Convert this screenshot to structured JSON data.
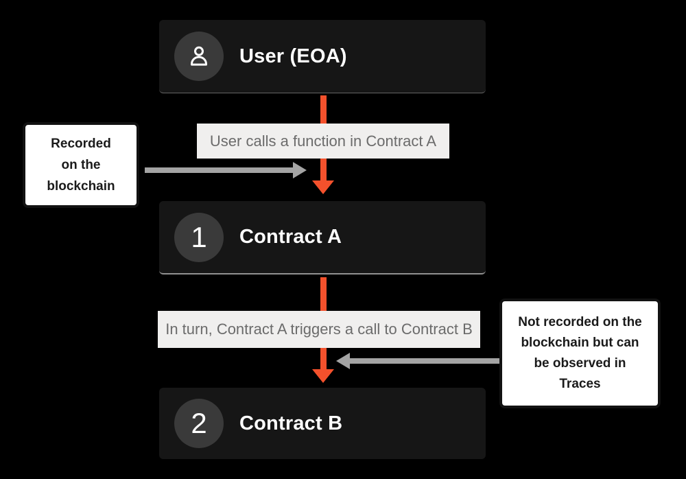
{
  "colors": {
    "background": "#000000",
    "node_bg": "#161616",
    "badge_circle_bg": "#3a3a3a",
    "accent_orange": "#f4512c",
    "edge_label_bg": "#f0efee",
    "edge_label_text": "#6b6b6b",
    "gray_arrow": "#a4a4a4",
    "callout_bg": "#ffffff",
    "callout_border": "#121212",
    "title_text": "#ffffff"
  },
  "nodes": [
    {
      "id": "user",
      "title": "User (EOA)",
      "badge_icon": "user-icon"
    },
    {
      "id": "contract-a",
      "title": "Contract A",
      "badge": "1"
    },
    {
      "id": "contract-b",
      "title": "Contract B",
      "badge": "2"
    }
  ],
  "edge_labels": [
    "User calls a function in Contract A",
    "In turn, Contract A triggers a call to Contract B"
  ],
  "callouts": {
    "left": {
      "lines": [
        "Recorded",
        "on the",
        "blockchain"
      ]
    },
    "right": {
      "lines": [
        "Not recorded on the",
        "blockchain but can",
        "be observed in",
        "Traces"
      ]
    }
  }
}
